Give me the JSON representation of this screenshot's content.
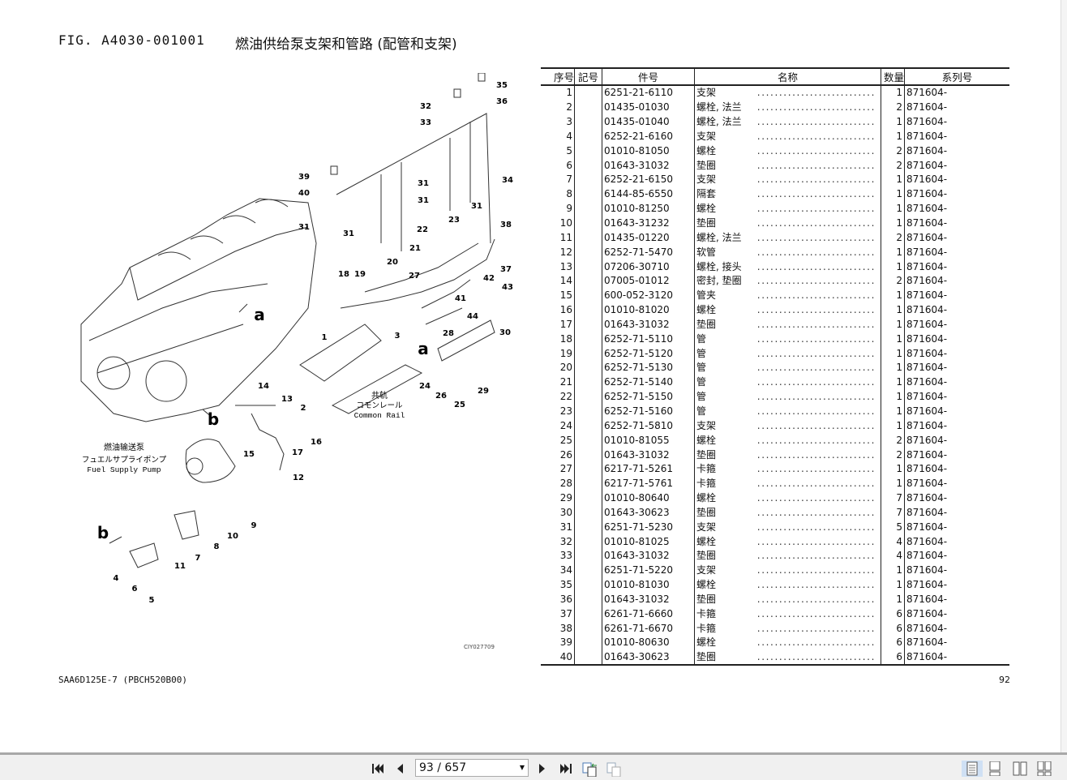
{
  "header": {
    "fig": "FIG. A4030-001001",
    "title": "燃油供给泵支架和管路 (配管和支架)"
  },
  "diagram": {
    "drawing_id": "CIY027709",
    "pump_label": [
      "燃油输送泵",
      "フュエルサプライポンプ",
      "Fuel Supply Pump"
    ],
    "rail_label": [
      "共轨",
      "コモンレール",
      "Common Rail"
    ],
    "callouts": [
      "35",
      "36",
      "32",
      "33",
      "34",
      "39",
      "40",
      "31",
      "31",
      "31",
      "31",
      "31",
      "38",
      "22",
      "23",
      "21",
      "37",
      "20",
      "27",
      "18",
      "19",
      "42",
      "43",
      "41",
      "44",
      "a",
      "3",
      "1",
      "28",
      "30",
      "a",
      "24",
      "26",
      "25",
      "29",
      "14",
      "13",
      "2",
      "16",
      "17",
      "15",
      "12",
      "b",
      "b",
      "9",
      "10",
      "8",
      "7",
      "11",
      "4",
      "6",
      "5"
    ]
  },
  "table": {
    "headers": [
      "序号",
      "記号",
      "件号",
      "名称",
      "数量",
      "系列号"
    ],
    "dots": "...........................",
    "rows": [
      [
        "1",
        "",
        "6251-21-6110",
        "支架",
        "1",
        "871604-"
      ],
      [
        "2",
        "",
        "01435-01030",
        "螺栓, 法兰",
        "2",
        "871604-"
      ],
      [
        "3",
        "",
        "01435-01040",
        "螺栓, 法兰",
        "1",
        "871604-"
      ],
      [
        "4",
        "",
        "6252-21-6160",
        "支架",
        "1",
        "871604-"
      ],
      [
        "5",
        "",
        "01010-81050",
        "螺栓",
        "2",
        "871604-"
      ],
      [
        "6",
        "",
        "01643-31032",
        "垫圈",
        "2",
        "871604-"
      ],
      [
        "7",
        "",
        "6252-21-6150",
        "支架",
        "1",
        "871604-"
      ],
      [
        "8",
        "",
        "6144-85-6550",
        "隔套",
        "1",
        "871604-"
      ],
      [
        "9",
        "",
        "01010-81250",
        "螺栓",
        "1",
        "871604-"
      ],
      [
        "10",
        "",
        "01643-31232",
        "垫圈",
        "1",
        "871604-"
      ],
      [
        "11",
        "",
        "01435-01220",
        "螺栓, 法兰",
        "2",
        "871604-"
      ],
      [
        "12",
        "",
        "6252-71-5470",
        "软管",
        "1",
        "871604-"
      ],
      [
        "13",
        "",
        "07206-30710",
        "螺栓, 接头",
        "1",
        "871604-"
      ],
      [
        "14",
        "",
        "07005-01012",
        "密封, 垫圈",
        "2",
        "871604-"
      ],
      [
        "15",
        "",
        "600-052-3120",
        "管夹",
        "1",
        "871604-"
      ],
      [
        "16",
        "",
        "01010-81020",
        "螺栓",
        "1",
        "871604-"
      ],
      [
        "17",
        "",
        "01643-31032",
        "垫圈",
        "1",
        "871604-"
      ],
      [
        "18",
        "",
        "6252-71-5110",
        "管",
        "1",
        "871604-"
      ],
      [
        "19",
        "",
        "6252-71-5120",
        "管",
        "1",
        "871604-"
      ],
      [
        "20",
        "",
        "6252-71-5130",
        "管",
        "1",
        "871604-"
      ],
      [
        "21",
        "",
        "6252-71-5140",
        "管",
        "1",
        "871604-"
      ],
      [
        "22",
        "",
        "6252-71-5150",
        "管",
        "1",
        "871604-"
      ],
      [
        "23",
        "",
        "6252-71-5160",
        "管",
        "1",
        "871604-"
      ],
      [
        "24",
        "",
        "6252-71-5810",
        "支架",
        "1",
        "871604-"
      ],
      [
        "25",
        "",
        "01010-81055",
        "螺栓",
        "2",
        "871604-"
      ],
      [
        "26",
        "",
        "01643-31032",
        "垫圈",
        "2",
        "871604-"
      ],
      [
        "27",
        "",
        "6217-71-5261",
        "卡箍",
        "1",
        "871604-"
      ],
      [
        "28",
        "",
        "6217-71-5761",
        "卡箍",
        "1",
        "871604-"
      ],
      [
        "29",
        "",
        "01010-80640",
        "螺栓",
        "7",
        "871604-"
      ],
      [
        "30",
        "",
        "01643-30623",
        "垫圈",
        "7",
        "871604-"
      ],
      [
        "31",
        "",
        "6251-71-5230",
        "支架",
        "5",
        "871604-"
      ],
      [
        "32",
        "",
        "01010-81025",
        "螺栓",
        "4",
        "871604-"
      ],
      [
        "33",
        "",
        "01643-31032",
        "垫圈",
        "4",
        "871604-"
      ],
      [
        "34",
        "",
        "6251-71-5220",
        "支架",
        "1",
        "871604-"
      ],
      [
        "35",
        "",
        "01010-81030",
        "螺栓",
        "1",
        "871604-"
      ],
      [
        "36",
        "",
        "01643-31032",
        "垫圈",
        "1",
        "871604-"
      ],
      [
        "37",
        "",
        "6261-71-6660",
        "卡箍",
        "6",
        "871604-"
      ],
      [
        "38",
        "",
        "6261-71-6670",
        "卡箍",
        "6",
        "871604-"
      ],
      [
        "39",
        "",
        "01010-80630",
        "螺栓",
        "6",
        "871604-"
      ],
      [
        "40",
        "",
        "01643-30623",
        "垫圈",
        "6",
        "871604-"
      ]
    ]
  },
  "footer": {
    "model": "SAA6D125E-7 (PBCH520B00)",
    "page_number": "92"
  },
  "viewer": {
    "page_field": "93 / 657",
    "current_page": 93,
    "total_pages": 657
  }
}
